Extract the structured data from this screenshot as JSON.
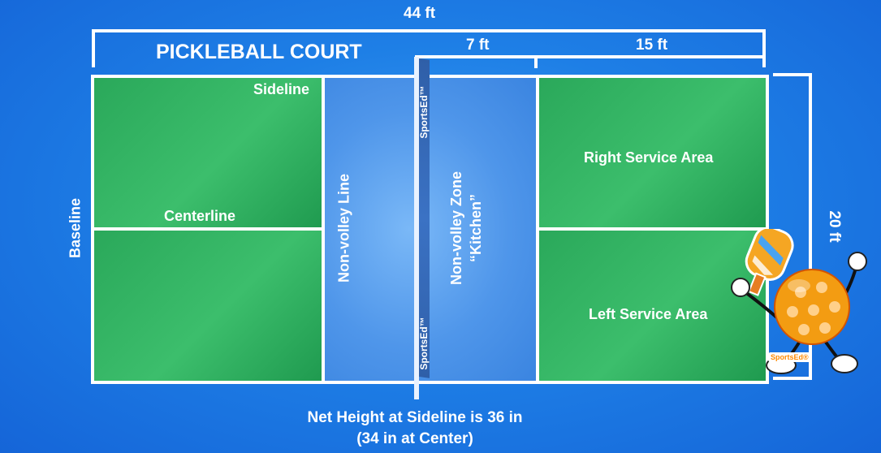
{
  "title": "PICKLEBALL COURT",
  "dimensions": {
    "length": "44 ft",
    "kitchen_depth": "7 ft",
    "service_depth": "15 ft",
    "width": "20 ft"
  },
  "labels": {
    "sideline": "Sideline",
    "centerline": "Centerline",
    "baseline": "Baseline",
    "non_volley_line": "Non-volley Line",
    "non_volley_zone": "Non-volley Zone",
    "kitchen": "“Kitchen”",
    "right_service_area": "Right Service Area",
    "left_service_area": "Left Service Area"
  },
  "net": {
    "brand_top": "SportsEd™",
    "brand_bottom": "SportsEd™",
    "height_note_line1": "Net Height at Sideline is 36 in",
    "height_note_line2": "(34 in at Center)"
  },
  "mascot": {
    "badge": "SportsEd®",
    "ball_color": "#f39c12"
  },
  "colors": {
    "background": "#1e7fe6",
    "court_green": "#2aa85a",
    "kitchen_blue": "#4f96ea",
    "lines": "#ffffff"
  }
}
